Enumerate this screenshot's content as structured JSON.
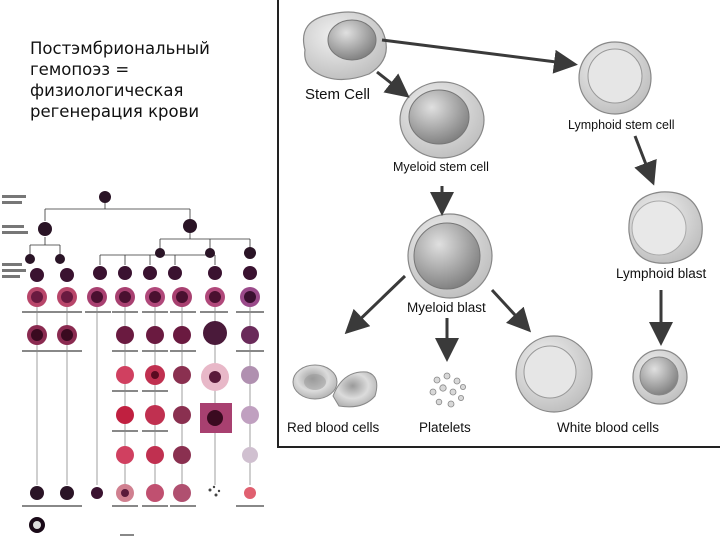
{
  "slide": {
    "title_lines": [
      "Постэмбриональный",
      "гемопоэз =",
      "физиологическая",
      "регенерация крови"
    ]
  },
  "diagram": {
    "labels": {
      "stem_cell": "Stem Cell",
      "lymphoid_stem_cell": "Lymphoid stem cell",
      "myeloid_stem_cell": "Myeloid stem cell",
      "lymphoid_blast": "Lymphoid blast",
      "myeloid_blast": "Myeloid blast",
      "red_blood_cells": "Red blood cells",
      "platelets": "Platelets",
      "white_blood_cells": "White blood cells"
    },
    "colors": {
      "arrow": "#3a3a3a",
      "cell_membrane": "#d8d8d8",
      "nucleus": "#9a9a9a",
      "red_cell": "#c9c9c9"
    }
  },
  "mini_chart": {
    "colors": {
      "stain_dark": "#3a1230",
      "stain_pink": "#b8466a",
      "stain_red": "#c02040",
      "line": "#333333"
    }
  }
}
